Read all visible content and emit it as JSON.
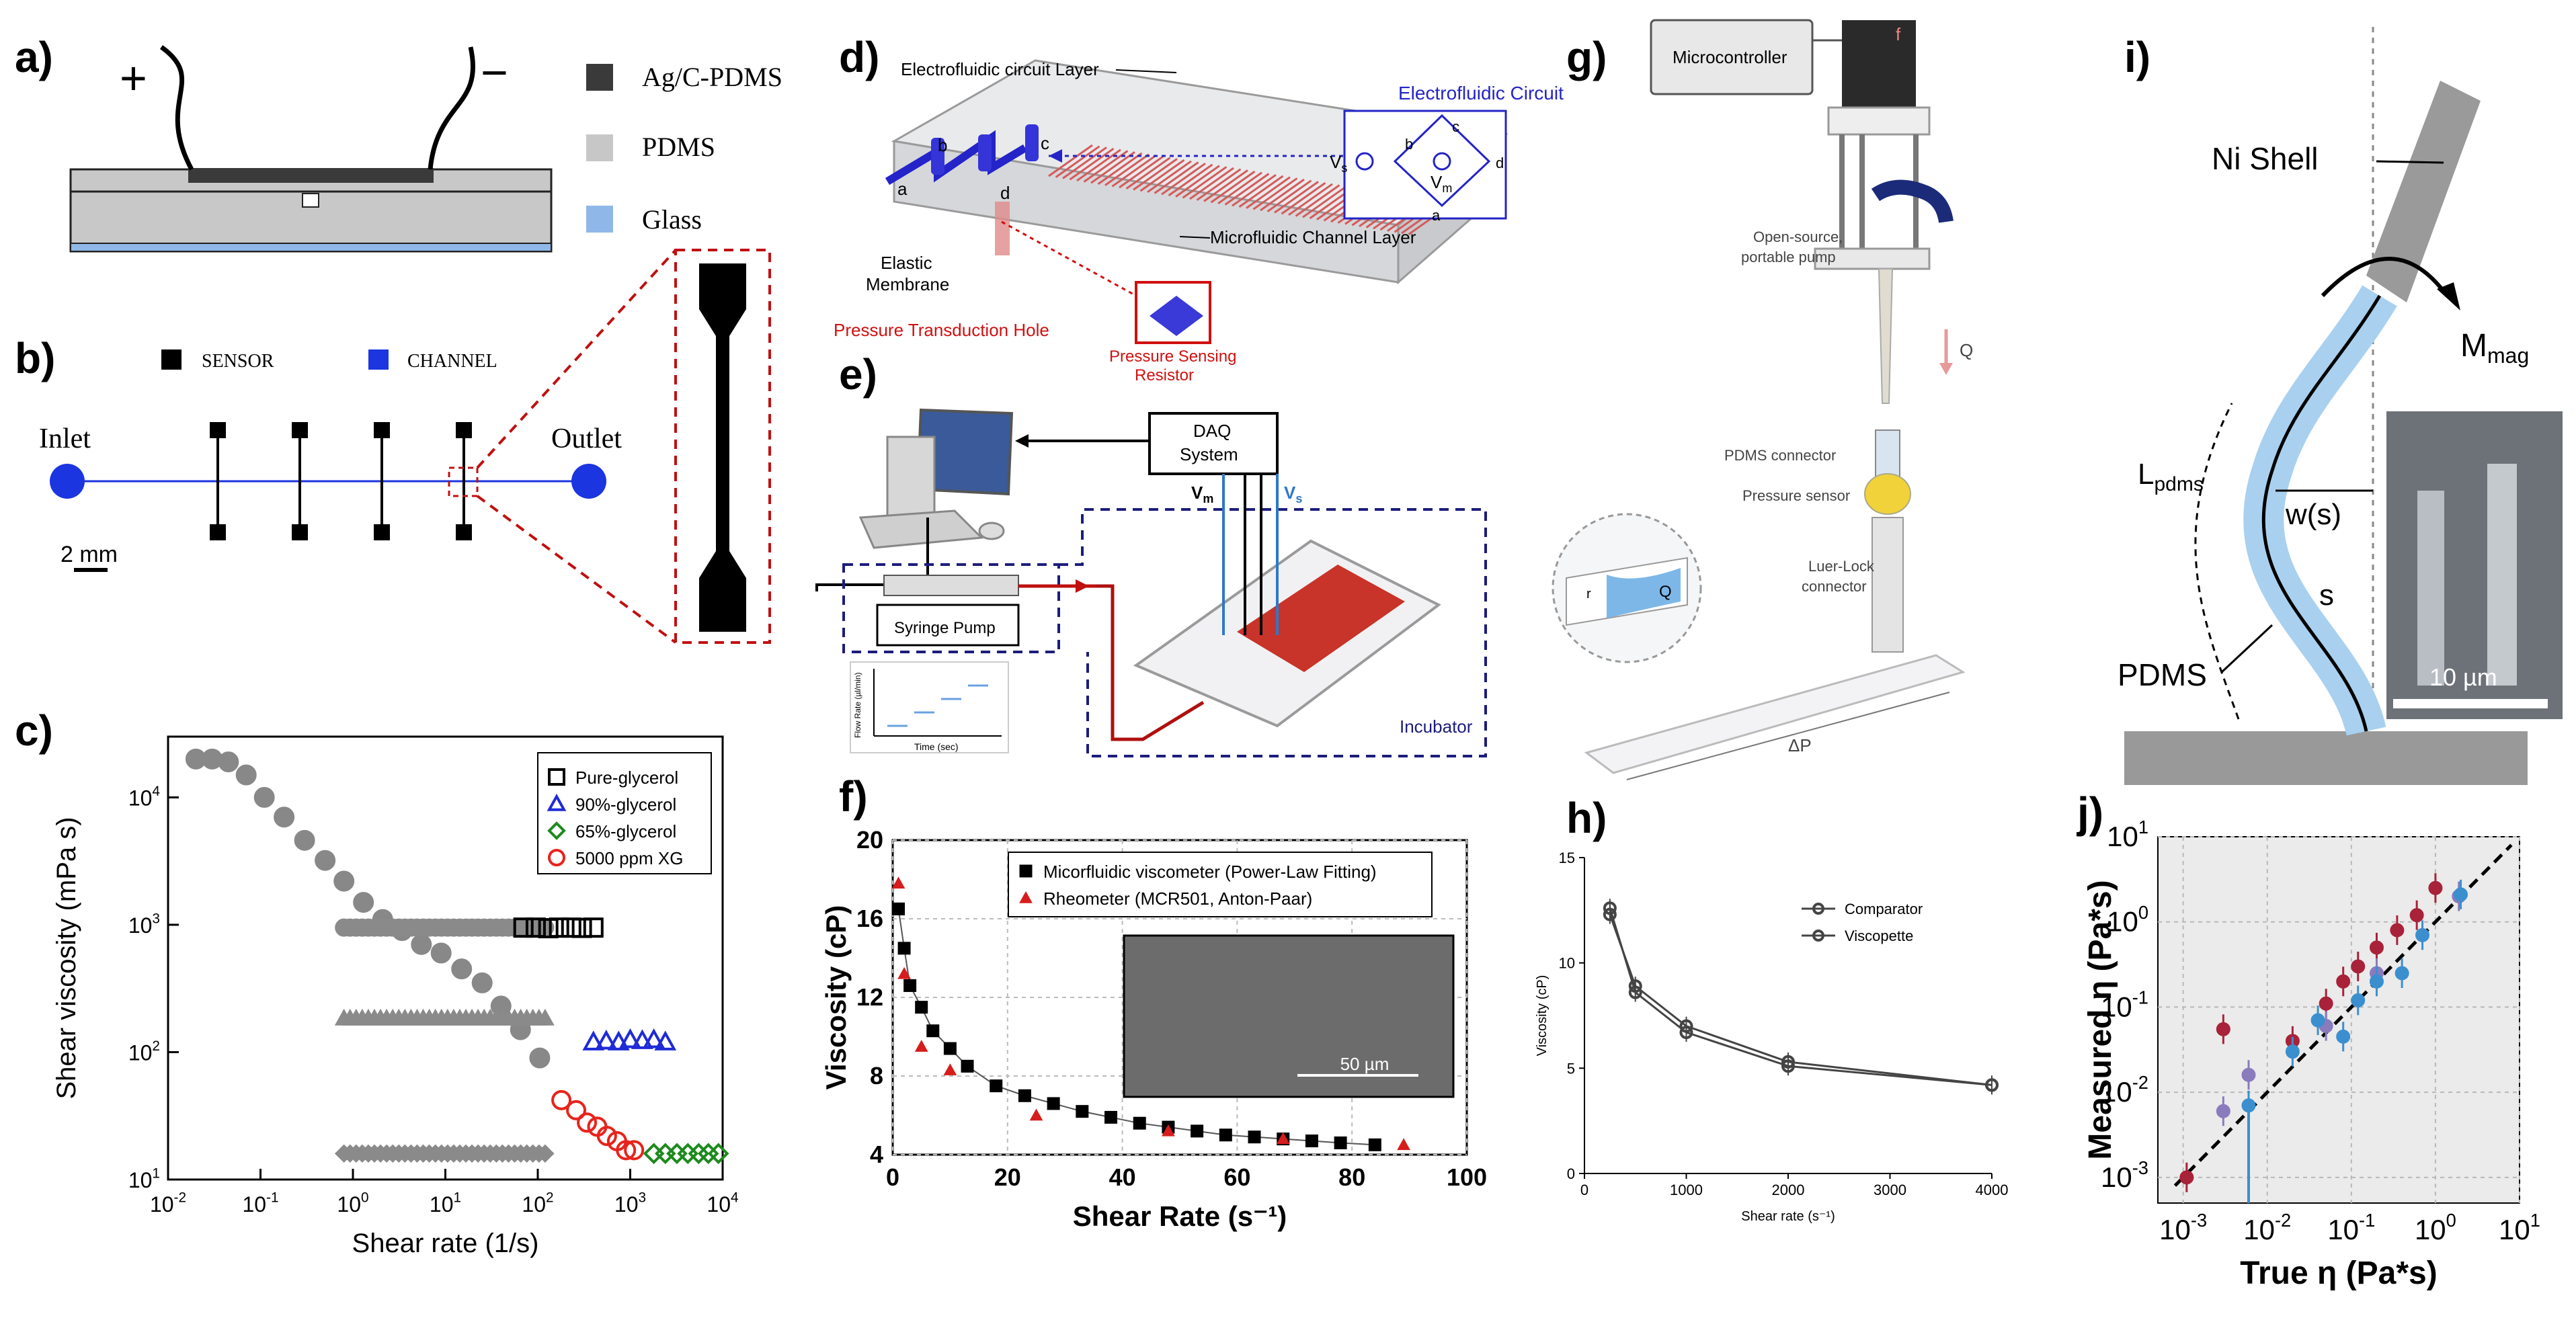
{
  "panel_labels": {
    "a": "a)",
    "b": "b)",
    "c": "c)",
    "d": "d)",
    "e": "e)",
    "f": "f)",
    "g": "g)",
    "h": "h)",
    "i": "i)",
    "j": "j)"
  },
  "panel_a": {
    "plus": "+",
    "minus": "−",
    "legend": [
      {
        "label": "Ag/C-PDMS",
        "color": "#3a3a3a"
      },
      {
        "label": "PDMS",
        "color": "#c7c7c7"
      },
      {
        "label": "Glass",
        "color": "#8fb8e8"
      }
    ]
  },
  "panel_b": {
    "sensor": "SENSOR",
    "channel": "CHANNEL",
    "inlet": "Inlet",
    "outlet": "Outlet",
    "scale": "2 mm"
  },
  "panel_d": {
    "electro_layer": "Electrofluidic circuit Layer",
    "electro_circuit": "Electrofluidic Circuit",
    "elastic": "Elastic",
    "membrane": "Membrane",
    "micro_layer": "Microfluidic Channel Layer",
    "pth": "Pressure Transduction Hole",
    "psr1": "Pressure Sensing",
    "psr2": "Resistor",
    "node_a": "a",
    "node_b": "b",
    "node_c": "c",
    "node_d": "d",
    "vs": "V",
    "vs_sub": "s",
    "vm": "V",
    "vm_sub": "m"
  },
  "panel_e": {
    "daq1": "DAQ",
    "daq2": "System",
    "syringe": "Syringe Pump",
    "incubator": "Incubator",
    "vm": "V",
    "vm_sub": "m",
    "vs": "V",
    "vs_sub": "s",
    "inset_ylabel": "Flow Rate (µl/min)",
    "inset_xlabel": "Time (sec)"
  },
  "panel_g": {
    "microcontroller": "Microcontroller",
    "f": "f",
    "pump1": "Open-source,",
    "pump2": "portable pump",
    "q": "Q",
    "pdms_conn": "PDMS connector",
    "psensor": "Pressure sensor",
    "luer1": "Luer-Lock",
    "luer2": "connector",
    "dp": "ΔP",
    "r": "r",
    "q2": "Q"
  },
  "panel_i": {
    "ni": "Ni Shell",
    "mmag": "M",
    "mmag_sub": "mag",
    "lpdms": "L",
    "lpdms_sub": "pdms",
    "ws": "w(s)",
    "s": "s",
    "pdms": "PDMS",
    "scale": "10 µm"
  },
  "chart_data": [
    {
      "id": "c",
      "type": "scatter",
      "xlabel": "Shear rate (1/s)",
      "ylabel": "Shear viscosity (mPa s)",
      "xscale": "log",
      "yscale": "log",
      "xlim": [
        0.01,
        10000
      ],
      "ylim": [
        10,
        30000
      ],
      "xticks": [
        "10^-2",
        "10^-1",
        "10^0",
        "10^1",
        "10^2",
        "10^3",
        "10^4"
      ],
      "yticks": [
        "10^1",
        "10^2",
        "10^3",
        "10^4"
      ],
      "legend_position": "top-right",
      "series": [
        {
          "name": "Pure-glycerol",
          "color": "#000000",
          "marker": "square-open",
          "x": [
            70,
            95,
            130,
            170,
            230,
            300,
            400
          ],
          "y": [
            950,
            950,
            940,
            950,
            950,
            945,
            950
          ]
        },
        {
          "name": "90%-glycerol",
          "color": "#1f2bd6",
          "marker": "triangle-open",
          "x": [
            400,
            550,
            750,
            1000,
            1350,
            1800,
            2400
          ],
          "y": [
            120,
            122,
            120,
            125,
            123,
            125,
            120
          ]
        },
        {
          "name": "65%-glycerol",
          "color": "#1d8a1d",
          "marker": "diamond-open",
          "x": [
            1800,
            2400,
            3200,
            4200,
            5500,
            7000,
            9000
          ],
          "y": [
            16,
            16,
            16,
            16,
            16,
            16,
            16
          ]
        },
        {
          "name": "5000 ppm XG",
          "color": "#e8231c",
          "marker": "circle-open",
          "x": [
            180,
            260,
            340,
            440,
            560,
            720,
            900,
            1100
          ],
          "y": [
            42,
            35,
            28,
            26,
            22,
            20,
            17,
            17
          ]
        }
      ],
      "gray_circles": {
        "x": [
          0.02,
          0.03,
          0.045,
          0.07,
          0.11,
          0.18,
          0.3,
          0.5,
          0.8,
          1.3,
          2.1,
          3.4,
          5.5,
          9,
          15,
          25,
          40,
          65,
          105
        ],
        "y": [
          20000,
          20000,
          19000,
          15000,
          10000,
          7000,
          4600,
          3200,
          2200,
          1500,
          1100,
          900,
          700,
          600,
          450,
          350,
          230,
          150,
          90
        ]
      },
      "gray_bands": [
        {
          "y": 950,
          "x": [
            0.8,
            120
          ],
          "marker": "circle"
        },
        {
          "y": 185,
          "x": [
            0.8,
            120
          ],
          "marker": "triangle"
        },
        {
          "y": 16,
          "x": [
            0.8,
            120
          ],
          "marker": "diamond"
        }
      ]
    },
    {
      "id": "f",
      "type": "scatter",
      "xlabel": "Shear Rate (s⁻¹)",
      "ylabel": "Viscosity (cP)",
      "xlim": [
        0,
        100
      ],
      "ylim": [
        4,
        20
      ],
      "xticks": [
        0,
        20,
        40,
        60,
        80,
        100
      ],
      "yticks": [
        4,
        8,
        12,
        16,
        20
      ],
      "legend_position": "top-right",
      "grid": true,
      "series": [
        {
          "name": "Micorfluidic viscometer (Power-Law Fitting)",
          "color": "#000000",
          "marker": "square",
          "x": [
            1,
            2,
            3,
            5,
            7,
            10,
            13,
            18,
            23,
            28,
            33,
            38,
            43,
            48,
            53,
            58,
            63,
            68,
            73,
            78,
            84
          ],
          "y": [
            16.5,
            14.5,
            12.6,
            11.5,
            10.3,
            9.4,
            8.5,
            7.5,
            7.0,
            6.6,
            6.2,
            5.9,
            5.6,
            5.4,
            5.2,
            5.0,
            4.9,
            4.8,
            4.7,
            4.6,
            4.5
          ]
        },
        {
          "name": "Rheometer (MCR501, Anton-Paar)",
          "color": "#d61c1c",
          "marker": "triangle",
          "x": [
            1,
            2,
            5,
            10,
            25,
            48,
            68,
            89
          ],
          "y": [
            17.8,
            13.2,
            9.5,
            8.3,
            6.0,
            5.2,
            4.8,
            4.5
          ]
        }
      ],
      "inset_scale": "50 µm"
    },
    {
      "id": "h",
      "type": "line",
      "xlabel": "Shear rate (s⁻¹)",
      "ylabel": "Viscosity (cP)",
      "xlim": [
        0,
        4000
      ],
      "ylim": [
        0,
        15
      ],
      "xticks": [
        0,
        1000,
        2000,
        3000,
        4000
      ],
      "yticks": [
        0,
        5,
        10,
        15
      ],
      "legend_position": "top-right",
      "series": [
        {
          "name": "Comparator",
          "marker": "circle-open",
          "x": [
            250,
            500,
            1000,
            2000,
            4000
          ],
          "y": [
            12.6,
            8.6,
            6.7,
            5.1,
            4.2
          ]
        },
        {
          "name": "Viscopette",
          "marker": "circle-open-dot",
          "x": [
            250,
            500,
            1000,
            2000,
            4000
          ],
          "y": [
            12.3,
            8.9,
            7.0,
            5.3,
            4.2
          ]
        }
      ]
    },
    {
      "id": "j",
      "type": "scatter",
      "xlabel": "True η (Pa*s)",
      "ylabel": "Measured η (Pa*s)",
      "xscale": "log",
      "yscale": "log",
      "xlim": [
        0.0005,
        10
      ],
      "ylim": [
        0.0005,
        10
      ],
      "xticks": [
        "10^-3",
        "10^-2",
        "10^-1",
        "10^0",
        "10^1"
      ],
      "yticks": [
        "10^-3",
        "10^-2",
        "10^-1",
        "10^0",
        "10^1"
      ],
      "grid": true,
      "series": [
        {
          "color": "#a8223a",
          "x": [
            0.0011,
            0.003,
            0.02,
            0.05,
            0.08,
            0.12,
            0.2,
            0.35,
            0.6,
            1.0
          ],
          "y": [
            0.001,
            0.055,
            0.04,
            0.11,
            0.2,
            0.3,
            0.5,
            0.8,
            1.2,
            2.5
          ]
        },
        {
          "color": "#8a7bbd",
          "x": [
            0.003,
            0.006,
            0.05,
            0.2,
            1.9
          ],
          "y": [
            0.006,
            0.016,
            0.06,
            0.25,
            2.0
          ]
        },
        {
          "color": "#3b8fcf",
          "x": [
            0.006,
            0.02,
            0.04,
            0.08,
            0.12,
            0.2,
            0.4,
            0.7,
            2.0
          ],
          "y": [
            0.007,
            0.03,
            0.07,
            0.045,
            0.12,
            0.2,
            0.25,
            0.7,
            2.1
          ]
        }
      ]
    }
  ]
}
